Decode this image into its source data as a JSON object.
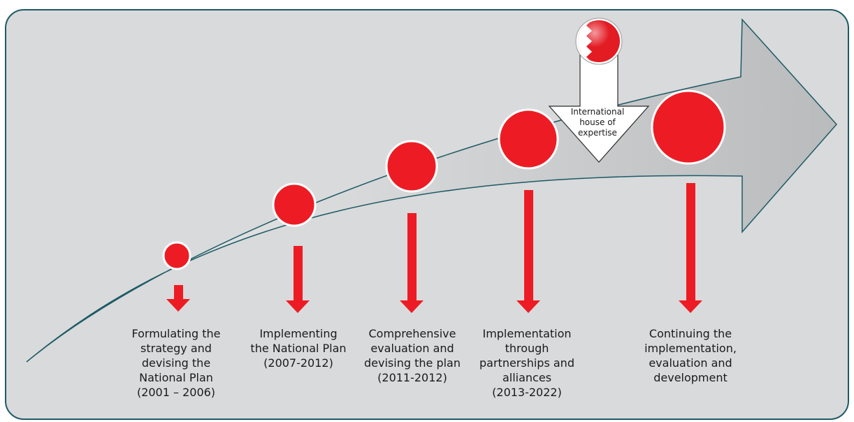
{
  "diagram": {
    "stages": [
      {
        "label": "Formulating the\nstrategy and\ndevising the\nNational Plan\n(2001 – 2006)"
      },
      {
        "label": "Implementing\nthe National Plan\n(2007-2012)"
      },
      {
        "label": "Comprehensive\nevaluation and\ndevising the plan\n(2011-2012)"
      },
      {
        "label": "Implementation\nthrough\npartnerships and\nalliances\n(2013-2022)"
      },
      {
        "label": "Continuing the\nimplementation,\nevaluation and\ndevelopment"
      }
    ],
    "callout": {
      "label": "International\nhouse of\nexpertise",
      "icon": "bahrain-flag-icon"
    }
  },
  "colors": {
    "panel_bg": "#d9dadb",
    "panel_border": "#1d5a66",
    "arrow_fill": "#bfc1c2",
    "arrow_stroke": "#1d5a66",
    "marker_red": "#ed1c24",
    "marker_ring": "#ffffff"
  }
}
